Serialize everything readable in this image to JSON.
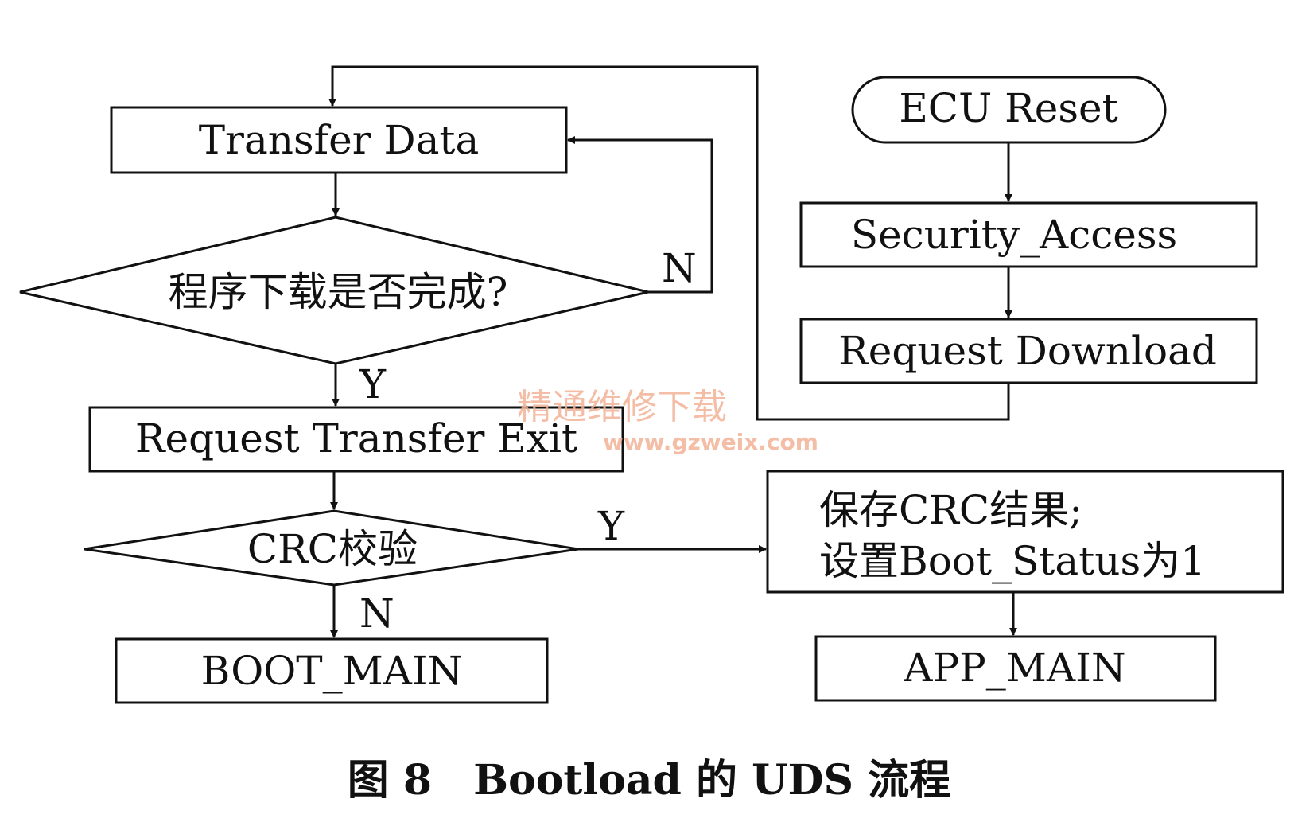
{
  "nodes": {
    "ecu_reset": "ECU Reset",
    "security_access": "Security_Access",
    "request_download": "Request Download",
    "transfer_data": "Transfer Data",
    "download_done_check": "程序下载是否完成?",
    "request_transfer_exit": "Request Transfer Exit",
    "crc_check": "CRC校验",
    "save_crc_line1": "保存CRC结果;",
    "save_crc_line2": "设置Boot_Status为1",
    "boot_main": "BOOT_MAIN",
    "app_main": "APP_MAIN"
  },
  "edges": {
    "download_no": "N",
    "download_yes": "Y",
    "crc_yes": "Y",
    "crc_no": "N"
  },
  "caption": "图 8　Bootload 的 UDS 流程",
  "watermark": {
    "line1": "精通维修下载",
    "line2": "www.gzweix.com"
  }
}
